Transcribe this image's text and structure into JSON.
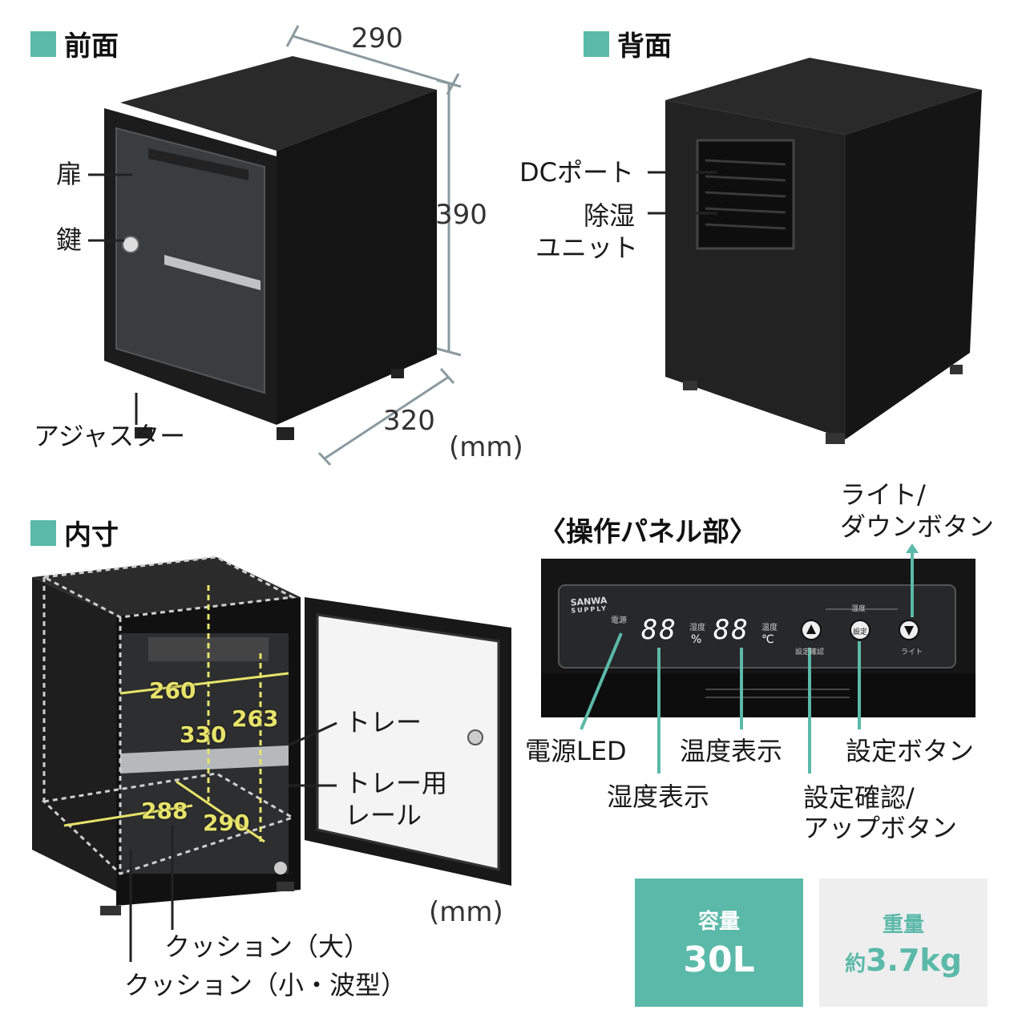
{
  "front": {
    "title": "前面",
    "width": "290",
    "height": "390",
    "depth": "320",
    "unit": "(mm)",
    "labels": {
      "door": "扉",
      "key": "鍵",
      "adjuster": "アジャスター"
    }
  },
  "back": {
    "title": "背面",
    "labels": {
      "dc_port": "DCポート",
      "dehumidifier_line1": "除湿",
      "dehumidifier_line2": "ユニット"
    }
  },
  "inside": {
    "title": "内寸",
    "dims": {
      "w_top": "260",
      "h_tall": "330",
      "h_short": "263",
      "w_bottom": "288",
      "d_bottom": "290"
    },
    "unit": "(mm)",
    "labels": {
      "tray": "トレー",
      "rail_line1": "トレー用",
      "rail_line2": "レール",
      "cushion_large": "クッション（大）",
      "cushion_small": "クッション（小・波型）"
    }
  },
  "panel": {
    "title": "〈操作パネル部〉",
    "brand_line1": "SANWA",
    "brand_line2": "SUPPLY",
    "power_mark": "電源",
    "humidity_reading": "88",
    "humidity_mark": "湿度",
    "humidity_unit": "%",
    "temp_reading": "88",
    "temp_mark": "温度",
    "temp_unit": "℃",
    "group_mark": "湿度",
    "btn_confirm_mark": "設定確認",
    "btn_set_mark": "設定",
    "btn_light_mark": "ライト",
    "labels": {
      "light_down_line1": "ライト/",
      "light_down_line2": "ダウンボタン",
      "power_led": "電源LED",
      "humidity_display": "湿度表示",
      "temp_display": "温度表示",
      "set_button": "設定ボタン",
      "confirm_up_line1": "設定確認/",
      "confirm_up_line2": "アップボタン"
    }
  },
  "specs": [
    {
      "label": "容量",
      "prefix": "",
      "value": "30L",
      "bg": "#5bb9a9",
      "fg": "#ffffff"
    },
    {
      "label": "重量",
      "prefix": "約",
      "value": "3.7kg",
      "bg": "#eeeeee",
      "fg": "#5bb9a9"
    }
  ],
  "colors": {
    "accent": "#5bb9a9",
    "dim_line": "#8a9aa0",
    "highlight": "#e7e36a"
  }
}
